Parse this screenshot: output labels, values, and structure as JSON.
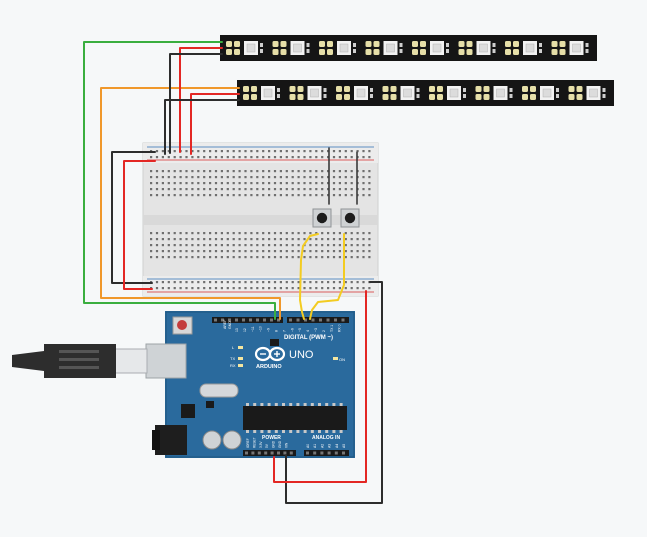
{
  "board": {
    "logo_text": "ARDUINO",
    "model": "UNO",
    "digital_label": "DIGITAL (PWM ~)",
    "power_label": "POWER",
    "analog_label": "ANALOG IN",
    "on_label": "ON",
    "l_label": "L",
    "tx_label": "TX",
    "rx_label": "RX",
    "aref_label": "AREF",
    "gnd_label": "GND",
    "digital_pins": [
      "13",
      "12",
      "~11",
      "~10",
      "~9",
      "8",
      "7",
      "~6",
      "~5",
      "4",
      "~3",
      "2",
      "TX 1",
      "RX 0"
    ],
    "power_pins": [
      "IOREF",
      "RESET",
      "3.3V",
      "5V",
      "GND",
      "GND",
      "VIN"
    ],
    "analog_pins": [
      "A0",
      "A1",
      "A2",
      "A3",
      "A4",
      "A5"
    ]
  },
  "led_strips": [
    {
      "pixels": 8
    },
    {
      "pixels": 8
    }
  ],
  "colors": {
    "background": "#f6f8f9",
    "board": "#2a6a9d",
    "wire_green": "#3aae3f",
    "wire_orange": "#f0982b",
    "wire_red": "#e32724",
    "wire_black": "#2d2d2d",
    "wire_yellow": "#f3cc21",
    "wire_gray": "#555555",
    "strip": "#151515"
  }
}
